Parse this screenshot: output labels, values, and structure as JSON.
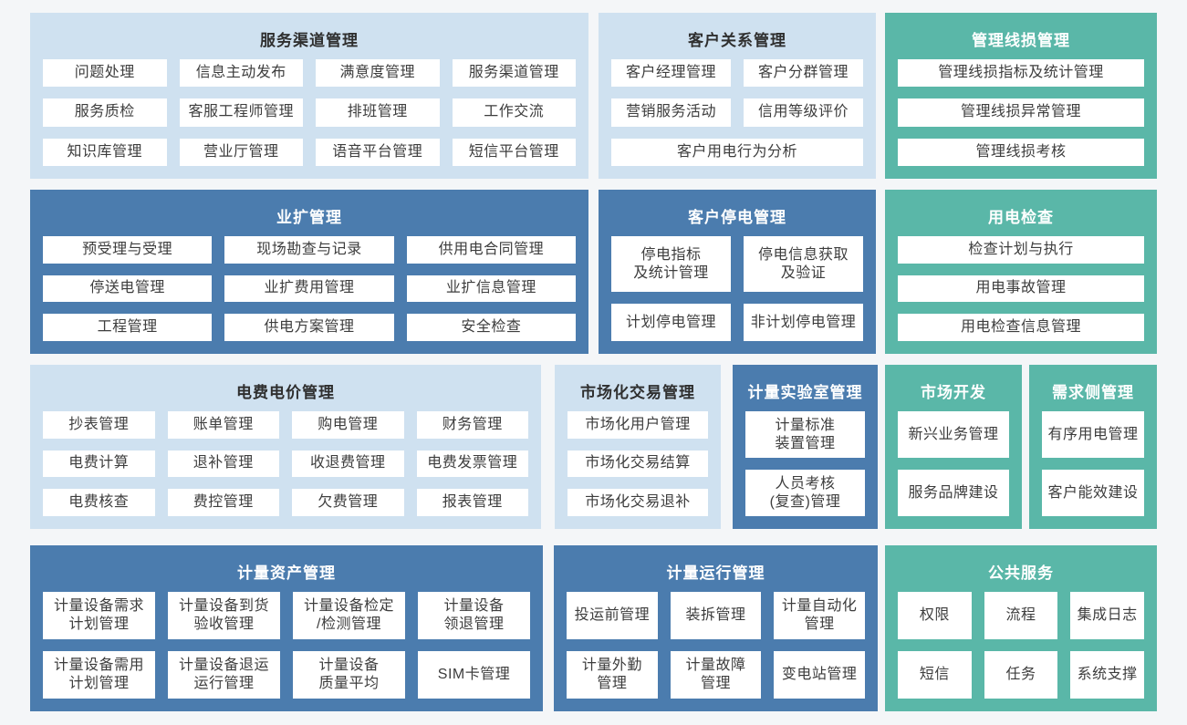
{
  "page": {
    "background_color": "#f4f6f8",
    "colors": {
      "light_block_bg": "#cfe1f0",
      "dark_block_bg": "#4b7cae",
      "teal_block_bg": "#5ab7a8",
      "cell_bg": "#ffffff",
      "cell_text": "#3d3d3d",
      "title_on_light": "#2f2f2f",
      "title_on_dark": "#ffffff"
    }
  },
  "blocks": [
    {
      "title": "服务渠道管理",
      "items": [
        "问题处理",
        "信息主动发布",
        "满意度管理",
        "服务渠道管理",
        "服务质检",
        "客服工程师管理",
        "排班管理",
        "工作交流",
        "知识库管理",
        "营业厅管理",
        "语音平台管理",
        "短信平台管理"
      ]
    },
    {
      "title": "客户关系管理",
      "items": [
        "客户经理管理",
        "客户分群管理",
        "营销服务活动",
        "信用等级评价",
        "客户用电行为分析"
      ]
    },
    {
      "title": "管理线损管理",
      "items": [
        "管理线损指标及统计管理",
        "管理线损异常管理",
        "管理线损考核"
      ]
    },
    {
      "title": "业扩管理",
      "items": [
        "预受理与受理",
        "现场勘查与记录",
        "供用电合同管理",
        "停送电管理",
        "业扩费用管理",
        "业扩信息管理",
        "工程管理",
        "供电方案管理",
        "安全检查"
      ]
    },
    {
      "title": "客户停电管理",
      "items": [
        "停电指标\n及统计管理",
        "停电信息获取\n及验证",
        "计划停电管理",
        "非计划停电管理"
      ]
    },
    {
      "title": "用电检查",
      "items": [
        "检查计划与执行",
        "用电事故管理",
        "用电检查信息管理"
      ]
    },
    {
      "title": "电费电价管理",
      "items": [
        "抄表管理",
        "账单管理",
        "购电管理",
        "财务管理",
        "电费计算",
        "退补管理",
        "收退费管理",
        "电费发票管理",
        "电费核查",
        "费控管理",
        "欠费管理",
        "报表管理"
      ]
    },
    {
      "title": "市场化交易管理",
      "items": [
        "市场化用户管理",
        "市场化交易结算",
        "市场化交易退补"
      ]
    },
    {
      "title": "计量实验室管理",
      "items": [
        "计量标准\n装置管理",
        "人员考核\n(复查)管理"
      ]
    },
    {
      "title": "市场开发",
      "items": [
        "新兴业务管理",
        "服务品牌建设"
      ]
    },
    {
      "title": "需求侧管理",
      "items": [
        "有序用电管理",
        "客户能效建设"
      ]
    },
    {
      "title": "计量资产管理",
      "items": [
        "计量设备需求\n计划管理",
        "计量设备到货\n验收管理",
        "计量设备检定\n/检测管理",
        "计量设备\n领退管理",
        "计量设备需用\n计划管理",
        "计量设备退运\n运行管理",
        "计量设备\n质量平均",
        "SIM卡管理"
      ]
    },
    {
      "title": "计量运行管理",
      "items": [
        "投运前管理",
        "装拆管理",
        "计量自动化\n管理",
        "计量外勤\n管理",
        "计量故障\n管理",
        "变电站管理"
      ]
    },
    {
      "title": "公共服务",
      "items": [
        "权限",
        "流程",
        "集成日志",
        "短信",
        "任务",
        "系统支撑"
      ]
    }
  ]
}
